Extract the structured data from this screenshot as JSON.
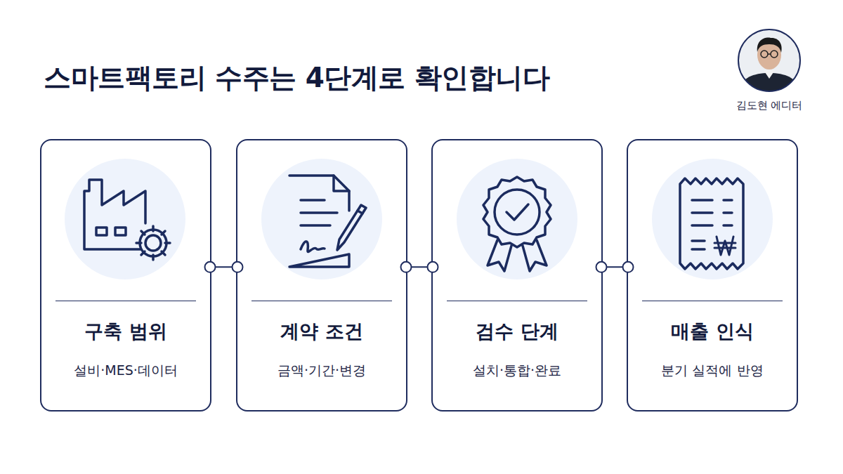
{
  "diagram": {
    "title": "스마트팩토리 수주는 4단계로 확인합니다",
    "nodes": [
      {
        "text": [
          "구축 범위",
          "설비·MES·데이터"
        ]
      },
      {
        "text": [
          "계약 조건",
          "금액·기간·변경"
        ]
      },
      {
        "text": [
          "검수 단계",
          "설치·통합·완료"
        ]
      },
      {
        "text": [
          "매출 인식",
          "분기 실적에 반영"
        ]
      }
    ],
    "edges": [
      {
        "from": 0,
        "to": 1,
        "arrow": "none"
      },
      {
        "from": 1,
        "to": 2,
        "arrow": "none"
      },
      {
        "from": 2,
        "to": 3,
        "arrow": "none"
      }
    ],
    "labels": [
      "김도현 에디터"
    ]
  }
}
